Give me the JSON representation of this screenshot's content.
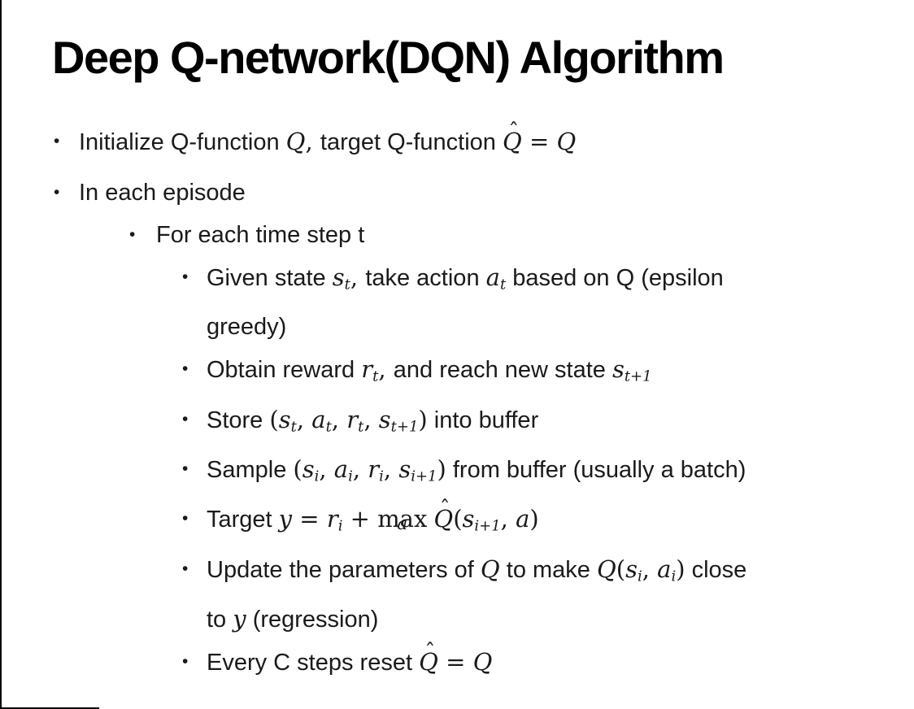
{
  "title": "Deep Q-network(DQN) Algorithm",
  "bullet_glyph": "•",
  "colors": {
    "text": "#1a1a1a",
    "title": "#000000",
    "border": "#000000",
    "background": "#ffffff"
  },
  "bullets": [
    {
      "level": 1,
      "segments": [
        {
          "t": "Initialize Q-function "
        },
        {
          "t": "Q",
          "s": "math"
        },
        {
          "t": ", ",
          "s": "mop"
        },
        {
          "t": "target Q-function "
        },
        {
          "t": "Q",
          "s": "hat"
        },
        {
          "t": " = ",
          "s": "mop"
        },
        {
          "t": "Q",
          "s": "math"
        }
      ]
    },
    {
      "level": 1,
      "segments": [
        {
          "t": "In each episode"
        }
      ]
    },
    {
      "level": 2,
      "segments": [
        {
          "t": "For each time step t"
        }
      ]
    },
    {
      "level": 3,
      "segments": [
        {
          "t": "Given state "
        },
        {
          "t": "s",
          "s": "math"
        },
        {
          "t": "t",
          "s": "sub"
        },
        {
          "t": ", ",
          "s": "mop"
        },
        {
          "t": "take action "
        },
        {
          "t": "a",
          "s": "math"
        },
        {
          "t": "t",
          "s": "sub"
        },
        {
          "t": " based on Q (epsilon"
        },
        {
          "s": "br"
        },
        {
          "t": "greedy)"
        }
      ]
    },
    {
      "level": 3,
      "segments": [
        {
          "t": "Obtain reward "
        },
        {
          "t": "r",
          "s": "math"
        },
        {
          "t": "t",
          "s": "sub"
        },
        {
          "t": ", ",
          "s": "mop"
        },
        {
          "t": "and reach new state "
        },
        {
          "t": "s",
          "s": "math"
        },
        {
          "t": "t+1",
          "s": "sub"
        }
      ]
    },
    {
      "level": 3,
      "segments": [
        {
          "t": "Store "
        },
        {
          "t": "(",
          "s": "mop"
        },
        {
          "t": "s",
          "s": "math"
        },
        {
          "t": "t",
          "s": "sub"
        },
        {
          "t": ", ",
          "s": "mop"
        },
        {
          "t": "a",
          "s": "math"
        },
        {
          "t": "t",
          "s": "sub"
        },
        {
          "t": ", ",
          "s": "mop"
        },
        {
          "t": "r",
          "s": "math"
        },
        {
          "t": "t",
          "s": "sub"
        },
        {
          "t": ", ",
          "s": "mop"
        },
        {
          "t": "s",
          "s": "math"
        },
        {
          "t": "t+1",
          "s": "sub"
        },
        {
          "t": ")",
          "s": "mop"
        },
        {
          "t": " into buffer"
        }
      ]
    },
    {
      "level": 3,
      "segments": [
        {
          "t": "Sample "
        },
        {
          "t": "(",
          "s": "mop"
        },
        {
          "t": "s",
          "s": "math"
        },
        {
          "t": "i",
          "s": "sub"
        },
        {
          "t": ", ",
          "s": "mop"
        },
        {
          "t": "a",
          "s": "math"
        },
        {
          "t": "i",
          "s": "sub"
        },
        {
          "t": ", ",
          "s": "mop"
        },
        {
          "t": "r",
          "s": "math"
        },
        {
          "t": "i",
          "s": "sub"
        },
        {
          "t": ", ",
          "s": "mop"
        },
        {
          "t": "s",
          "s": "math"
        },
        {
          "t": "i+1",
          "s": "sub"
        },
        {
          "t": ")",
          "s": "mop"
        },
        {
          "t": " from buffer (usually a batch)"
        }
      ]
    },
    {
      "level": 3,
      "segments": [
        {
          "t": "Target "
        },
        {
          "t": "y",
          "s": "math"
        },
        {
          "t": " = ",
          "s": "mop"
        },
        {
          "t": "r",
          "s": "math"
        },
        {
          "t": "i",
          "s": "sub"
        },
        {
          "t": " + ",
          "s": "mop"
        },
        {
          "s": "stack",
          "top": "max",
          "bottom": "a"
        },
        {
          "t": " "
        },
        {
          "t": "Q",
          "s": "hat"
        },
        {
          "t": "(",
          "s": "mop"
        },
        {
          "t": "s",
          "s": "math"
        },
        {
          "t": "i+1",
          "s": "sub"
        },
        {
          "t": ", ",
          "s": "mop"
        },
        {
          "t": "a",
          "s": "math"
        },
        {
          "t": ")",
          "s": "mop"
        }
      ]
    },
    {
      "level": 3,
      "segments": [
        {
          "t": "Update the parameters of "
        },
        {
          "t": "Q",
          "s": "math"
        },
        {
          "t": " to make "
        },
        {
          "t": "Q",
          "s": "math"
        },
        {
          "t": "(",
          "s": "mop"
        },
        {
          "t": "s",
          "s": "math"
        },
        {
          "t": "i",
          "s": "sub"
        },
        {
          "t": ", ",
          "s": "mop"
        },
        {
          "t": "a",
          "s": "math"
        },
        {
          "t": "i",
          "s": "sub"
        },
        {
          "t": ")",
          "s": "mop"
        },
        {
          "t": " close"
        },
        {
          "s": "br"
        },
        {
          "t": "to "
        },
        {
          "t": "y",
          "s": "math"
        },
        {
          "t": " (regression)"
        }
      ]
    },
    {
      "level": 3,
      "segments": [
        {
          "t": "Every C steps reset "
        },
        {
          "t": "Q",
          "s": "hat"
        },
        {
          "t": " = ",
          "s": "mop"
        },
        {
          "t": "Q",
          "s": "math"
        }
      ]
    }
  ]
}
